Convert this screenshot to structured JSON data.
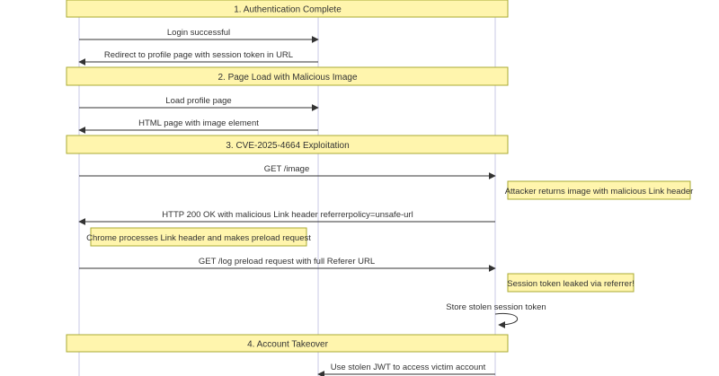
{
  "sections": [
    {
      "label": "1. Authentication Complete"
    },
    {
      "label": "2. Page Load with Malicious Image"
    },
    {
      "label": "3. CVE-2025-4664 Exploitation"
    },
    {
      "label": "4. Account Takeover"
    }
  ],
  "messages": [
    {
      "label": "Login successful"
    },
    {
      "label": "Redirect to profile page with session token in URL"
    },
    {
      "label": "Load profile page"
    },
    {
      "label": "HTML page with image element"
    },
    {
      "label": "GET /image"
    },
    {
      "label": "HTTP 200 OK with malicious Link header referrerpolicy=unsafe-url"
    },
    {
      "label": "GET /log preload request with full Referer URL"
    },
    {
      "label": "Store stolen session token"
    },
    {
      "label": "Use stolen JWT to access victim account"
    }
  ],
  "notes": [
    {
      "label": "Attacker returns image with malicious Link header"
    },
    {
      "label": "Chrome processes Link header and makes preload request"
    },
    {
      "label": "Session token leaked via referrer!"
    }
  ],
  "colors": {
    "note_fill": "#fff5ad",
    "note_stroke": "#aaaa33",
    "lifeline": "#c8c8e6",
    "arrow": "#333333",
    "text": "#333333"
  }
}
